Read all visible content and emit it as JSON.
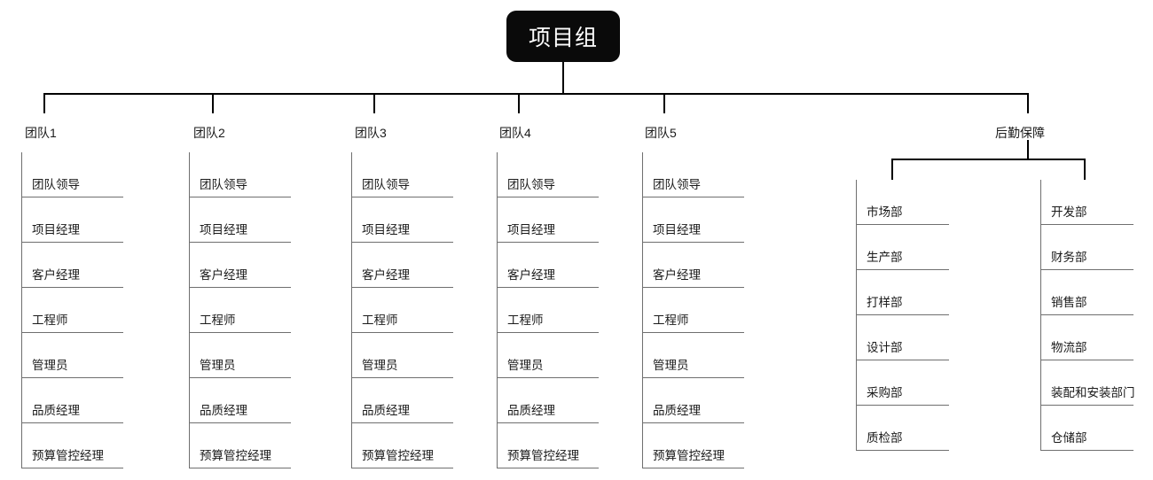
{
  "diagram": {
    "title": "项目组",
    "root": {
      "label": "项目组"
    },
    "teams": [
      {
        "label": "团队1",
        "roles": [
          "团队领导",
          "项目经理",
          "客户经理",
          "工程师",
          "管理员",
          "品质经理",
          "预算管控经理"
        ]
      },
      {
        "label": "团队2",
        "roles": [
          "团队领导",
          "项目经理",
          "客户经理",
          "工程师",
          "管理员",
          "品质经理",
          "预算管控经理"
        ]
      },
      {
        "label": "团队3",
        "roles": [
          "团队领导",
          "项目经理",
          "客户经理",
          "工程师",
          "管理员",
          "品质经理",
          "预算管控经理"
        ]
      },
      {
        "label": "团队4",
        "roles": [
          "团队领导",
          "项目经理",
          "客户经理",
          "工程师",
          "管理员",
          "品质经理",
          "预算管控经理"
        ]
      },
      {
        "label": "团队5",
        "roles": [
          "团队领导",
          "项目经理",
          "客户经理",
          "工程师",
          "管理员",
          "品质经理",
          "预算管控经理"
        ]
      }
    ],
    "support": {
      "label": "后勤保障",
      "columns": [
        {
          "departments": [
            "市场部",
            "生产部",
            "打样部",
            "设计部",
            "采购部",
            "质检部"
          ]
        },
        {
          "departments": [
            "开发部",
            "财务部",
            "销售部",
            "物流部",
            "装配和安装部门",
            "仓储部"
          ]
        }
      ]
    },
    "colors": {
      "root_fill": "#0a0a0a",
      "root_text": "#ffffff",
      "connector": "#000000",
      "rule": "#6f6f6f",
      "text": "#1a1a1a",
      "background": "#ffffff"
    }
  }
}
